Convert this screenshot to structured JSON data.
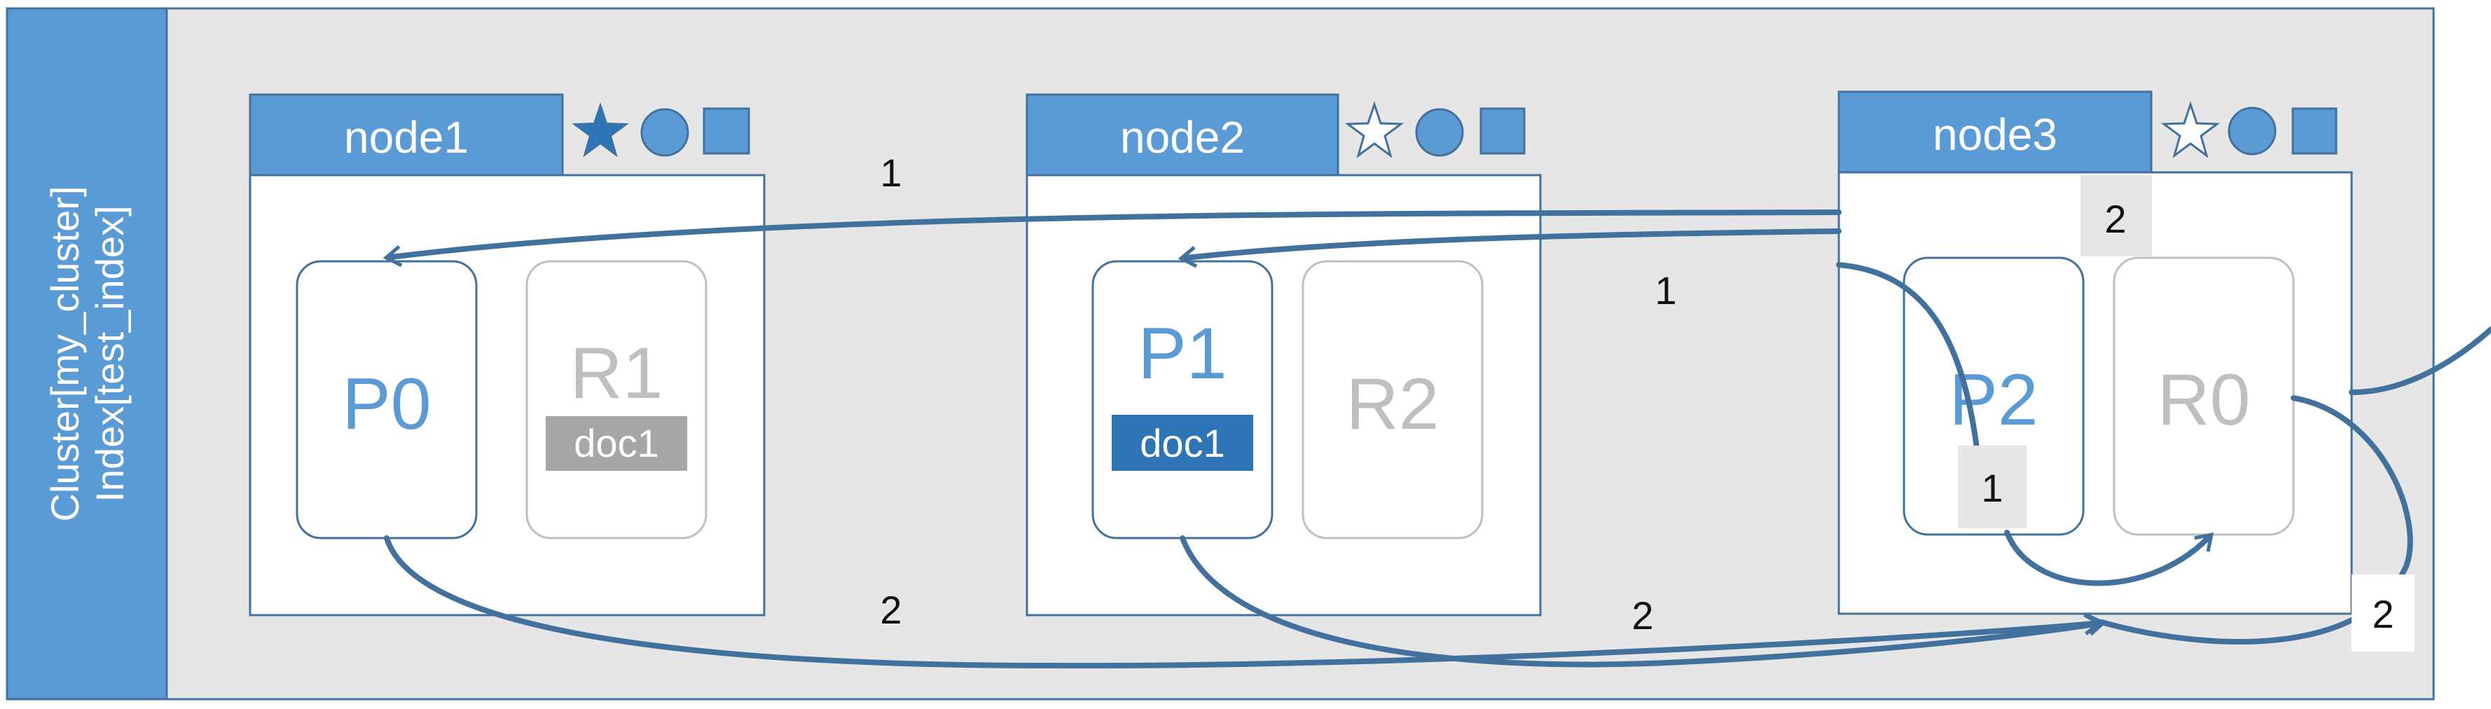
{
  "sidebar": {
    "cluster_label": "Cluster[my_cluster]",
    "index_label": "Index[test_index]"
  },
  "nodes": [
    {
      "id": "node1",
      "label": "node1",
      "star": "filled-star-icon",
      "shards": [
        {
          "id": "P0",
          "label": "P0",
          "kind": "primary",
          "doc": ""
        },
        {
          "id": "R1",
          "label": "R1",
          "kind": "replica",
          "doc": "doc1"
        }
      ]
    },
    {
      "id": "node2",
      "label": "node2",
      "star": "outline-star-icon",
      "shards": [
        {
          "id": "P1",
          "label": "P1",
          "kind": "primary",
          "doc": "doc1"
        },
        {
          "id": "R2",
          "label": "R2",
          "kind": "replica",
          "doc": ""
        }
      ]
    },
    {
      "id": "node3",
      "label": "node3",
      "star": "outline-star-icon",
      "shards": [
        {
          "id": "P2",
          "label": "P2",
          "kind": "primary",
          "doc": ""
        },
        {
          "id": "R0",
          "label": "R0",
          "kind": "replica",
          "doc": ""
        }
      ]
    }
  ],
  "step_labels": {
    "step1_a": "1",
    "step1_b": "1",
    "step1_c": "1",
    "step2_a": "2",
    "step2_b": "2",
    "step2_c": "2",
    "step2_d": "2"
  },
  "colors": {
    "accent": "#5b9bd5",
    "accent_dark": "#2e75b6",
    "arrow": "#41719c",
    "panel": "#e7e6e6",
    "replica_gray": "#bfbfbf",
    "doc_gray": "#a6a6a6"
  }
}
